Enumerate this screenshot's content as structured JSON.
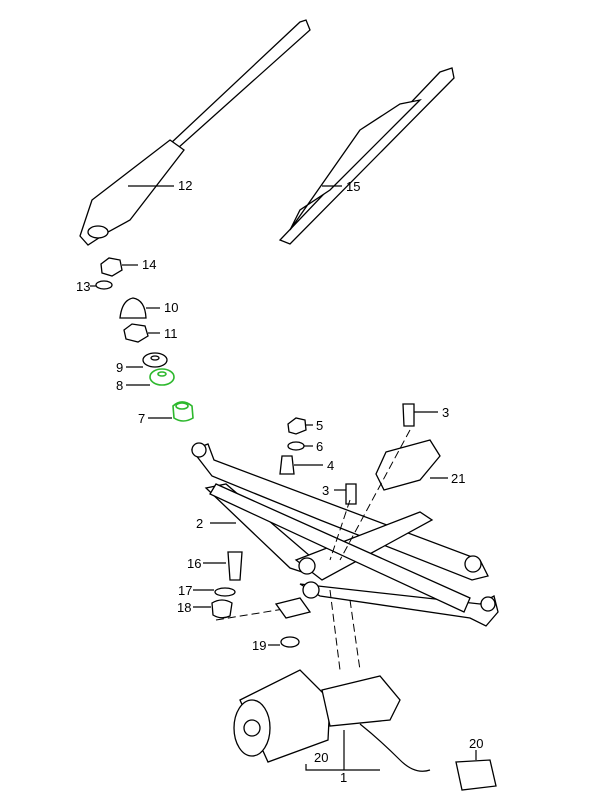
{
  "diagram": {
    "type": "exploded parts diagram - windshield wiper assembly",
    "highlight_color": "#2db82d",
    "callouts": [
      {
        "id": "c12",
        "label": "12"
      },
      {
        "id": "c15",
        "label": "15"
      },
      {
        "id": "c14",
        "label": "14"
      },
      {
        "id": "c13",
        "label": "13"
      },
      {
        "id": "c10",
        "label": "10"
      },
      {
        "id": "c11",
        "label": "11"
      },
      {
        "id": "c9",
        "label": "9"
      },
      {
        "id": "c8",
        "label": "8",
        "highlighted": true
      },
      {
        "id": "c7",
        "label": "7",
        "highlighted": true
      },
      {
        "id": "c5",
        "label": "5"
      },
      {
        "id": "c6",
        "label": "6"
      },
      {
        "id": "c3a",
        "label": "3"
      },
      {
        "id": "c4",
        "label": "4"
      },
      {
        "id": "c3b",
        "label": "3"
      },
      {
        "id": "c21",
        "label": "21"
      },
      {
        "id": "c2",
        "label": "2"
      },
      {
        "id": "c16",
        "label": "16"
      },
      {
        "id": "c17",
        "label": "17"
      },
      {
        "id": "c18",
        "label": "18"
      },
      {
        "id": "c19",
        "label": "19"
      },
      {
        "id": "c20a",
        "label": "20"
      },
      {
        "id": "c1",
        "label": "1"
      },
      {
        "id": "c20b",
        "label": "20"
      }
    ]
  }
}
